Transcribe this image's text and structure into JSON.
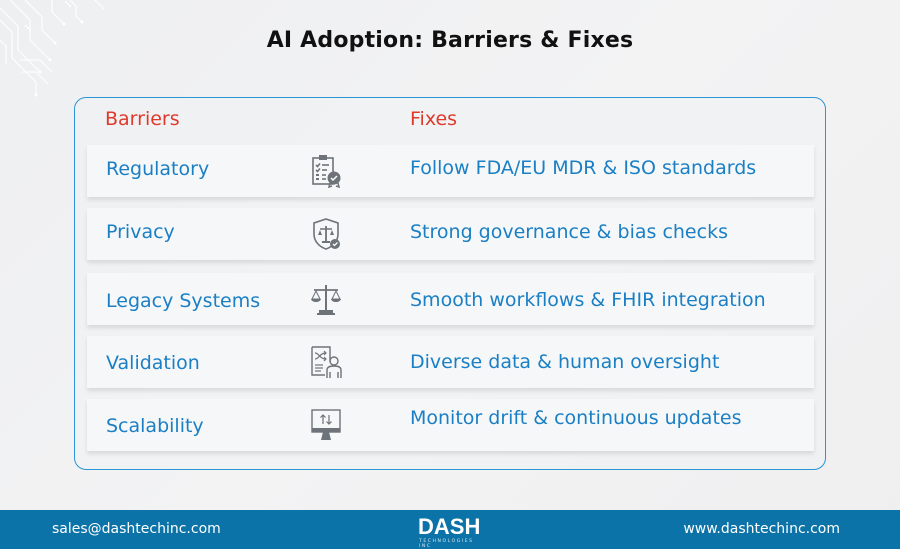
{
  "header": {
    "title": "AI Adoption: Barriers & Fixes"
  },
  "table": {
    "columns": {
      "barriers": "Barriers",
      "fixes": "Fixes"
    },
    "rows": [
      {
        "barrier": "Regulatory",
        "icon": "clipboard-checklist-badge-icon",
        "fix": "Follow FDA/EU MDR & ISO standards"
      },
      {
        "barrier": "Privacy",
        "icon": "shield-scales-icon",
        "fix": "Strong governance & bias checks"
      },
      {
        "barrier": "Legacy Systems",
        "icon": "balance-scales-icon",
        "fix": "Smooth workflows & FHIR integration"
      },
      {
        "barrier": "Validation",
        "icon": "document-shuffle-person-icon",
        "fix": "Diverse data & human oversight"
      },
      {
        "barrier": "Scalability",
        "icon": "monitor-sync-icon",
        "fix": "Monitor drift & continuous updates"
      }
    ]
  },
  "footer": {
    "email": "sales@dashtechinc.com",
    "logo_text": "DASH",
    "logo_subtext": "TECHNOLOGIES INC",
    "website": "www.dashtechinc.com"
  },
  "colors": {
    "heading_red": "#e0392b",
    "text_blue": "#1a7fc4",
    "border_blue": "#2b95d6",
    "footer_blue": "#0c73a8",
    "icon_gray": "#6d7378"
  }
}
